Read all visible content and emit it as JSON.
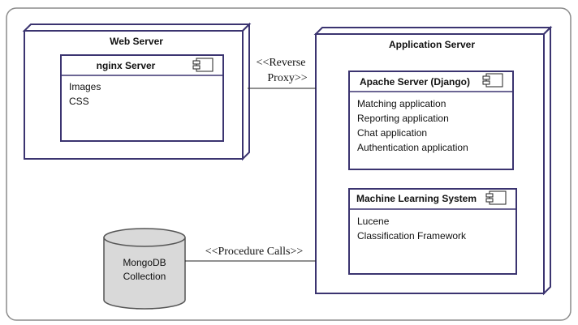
{
  "colors": {
    "node_border": "#3b3470",
    "frame_border": "#8c8c8c",
    "node_fill": "#ffffff",
    "db_fill": "#d9d9d9",
    "db_border": "#555555",
    "line": "#222222"
  },
  "web_server": {
    "title": "Web Server",
    "component": {
      "name": "nginx Server",
      "items": [
        "Images",
        "CSS"
      ]
    }
  },
  "application_server": {
    "title": "Application Server",
    "components": [
      {
        "name": "Apache Server (Django)",
        "items": [
          "Matching application",
          "Reporting application",
          "Chat application",
          "Authentication application"
        ]
      },
      {
        "name": "Machine Learning System",
        "items": [
          "Lucene",
          "Classification Framework"
        ]
      }
    ]
  },
  "database": {
    "line1": "MongoDB",
    "line2": "Collection"
  },
  "connections": {
    "reverse_proxy_line1": "<<Reverse",
    "reverse_proxy_line2": "Proxy>>",
    "procedure_calls": "<<Procedure Calls>>"
  }
}
